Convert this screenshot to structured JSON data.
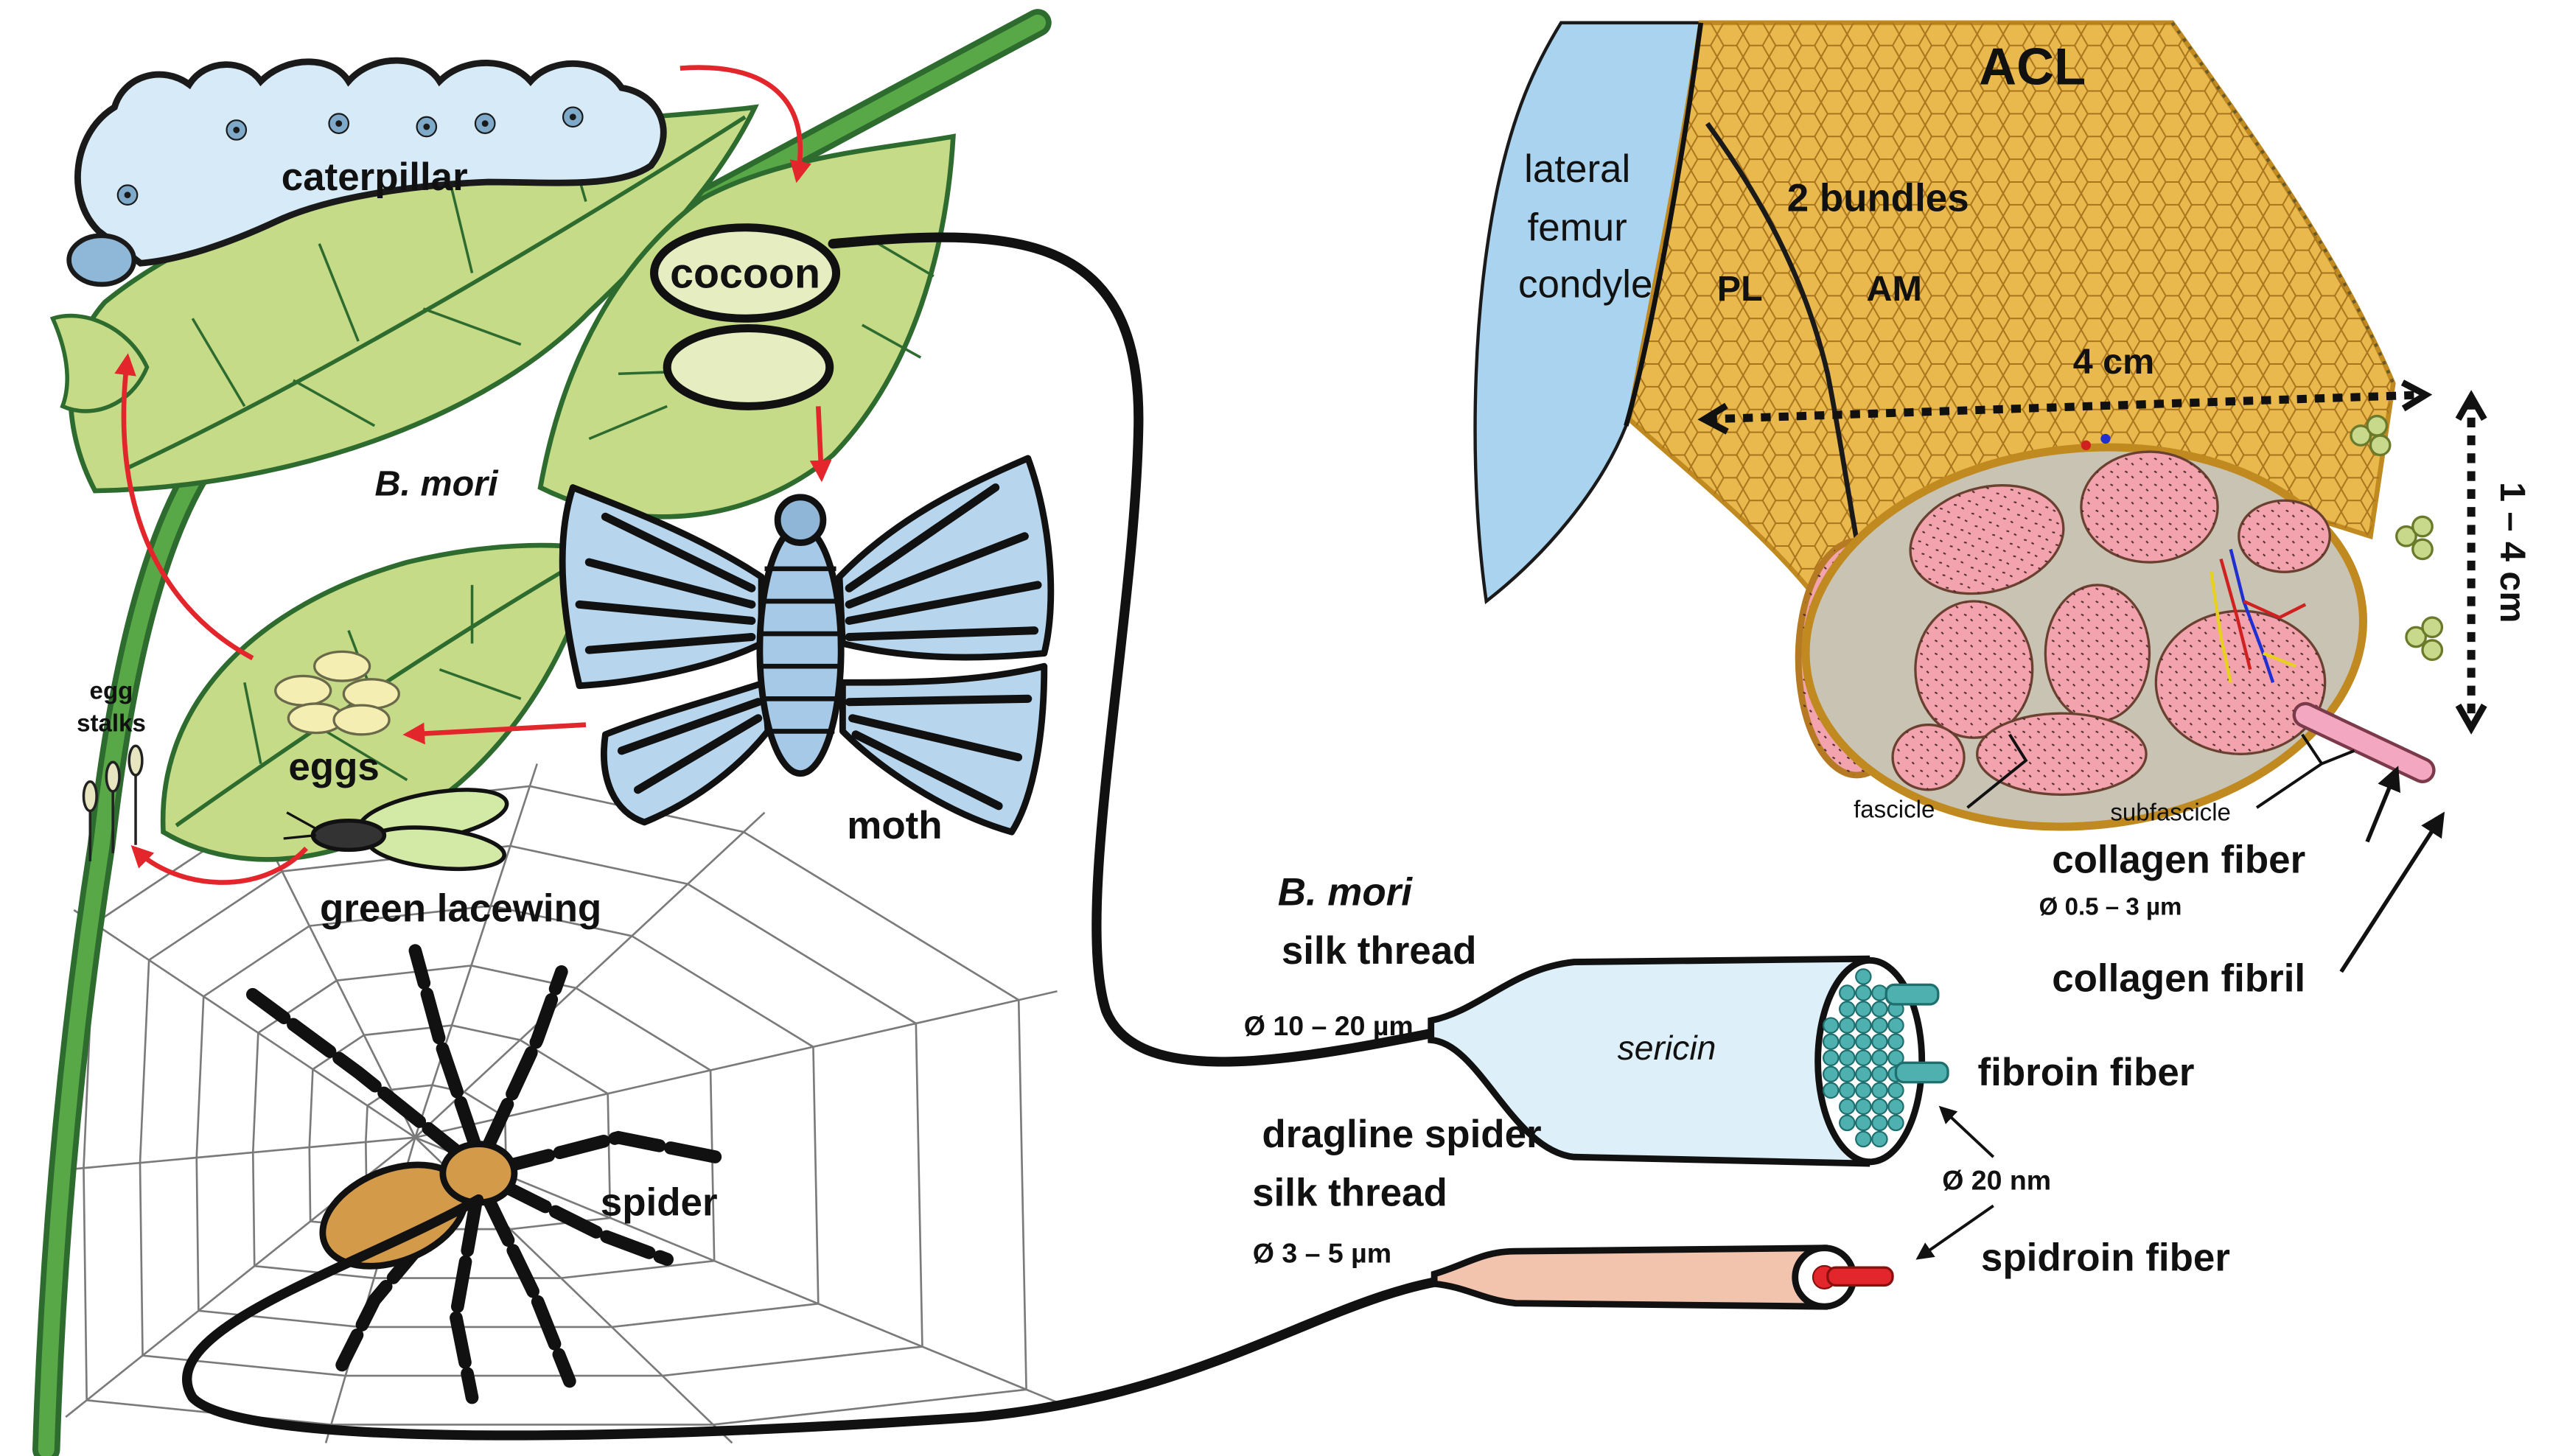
{
  "colors": {
    "lifecycle_arrow": "#e3262b",
    "fibroin": "#2a9d9f",
    "spidroin": "#e3262b",
    "collagen": "#c43a9c"
  },
  "silk": {
    "lifecycle": {
      "caterpillar": "caterpillar",
      "cocoon": "cocoon",
      "species": "B. mori",
      "egg_stalks": [
        "egg",
        "stalks"
      ],
      "eggs": "eggs",
      "moth": "moth",
      "green_lacewing": "green lacewing",
      "spider": "spider"
    },
    "bmori_thread": {
      "species": "B. mori",
      "label": "silk thread",
      "diameter": "Ø 10 – 20 µm",
      "sheath": "sericin",
      "core_fiber": "fibroin fiber"
    },
    "spider_thread": {
      "label_lines": [
        "dragline spider",
        "silk thread"
      ],
      "diameter": "Ø 3 – 5 µm",
      "core_fiber": "spidroin fiber"
    },
    "fiber_diameter": "Ø 20 nm"
  },
  "acl": {
    "title": "ACL",
    "bone_lines": [
      "lateral",
      "femur",
      "condyle"
    ],
    "bundles": "2 bundles",
    "bundle_pl": "PL",
    "bundle_am": "AM",
    "width": "4 cm",
    "thickness": "1 – 4 cm",
    "fascicle": "fascicle",
    "subfascicle": "subfascicle",
    "collagen_fiber": "collagen fiber",
    "collagen_fiber_diameter": "Ø 0.5 – 3 µm",
    "collagen_fibril": "collagen fibril"
  }
}
